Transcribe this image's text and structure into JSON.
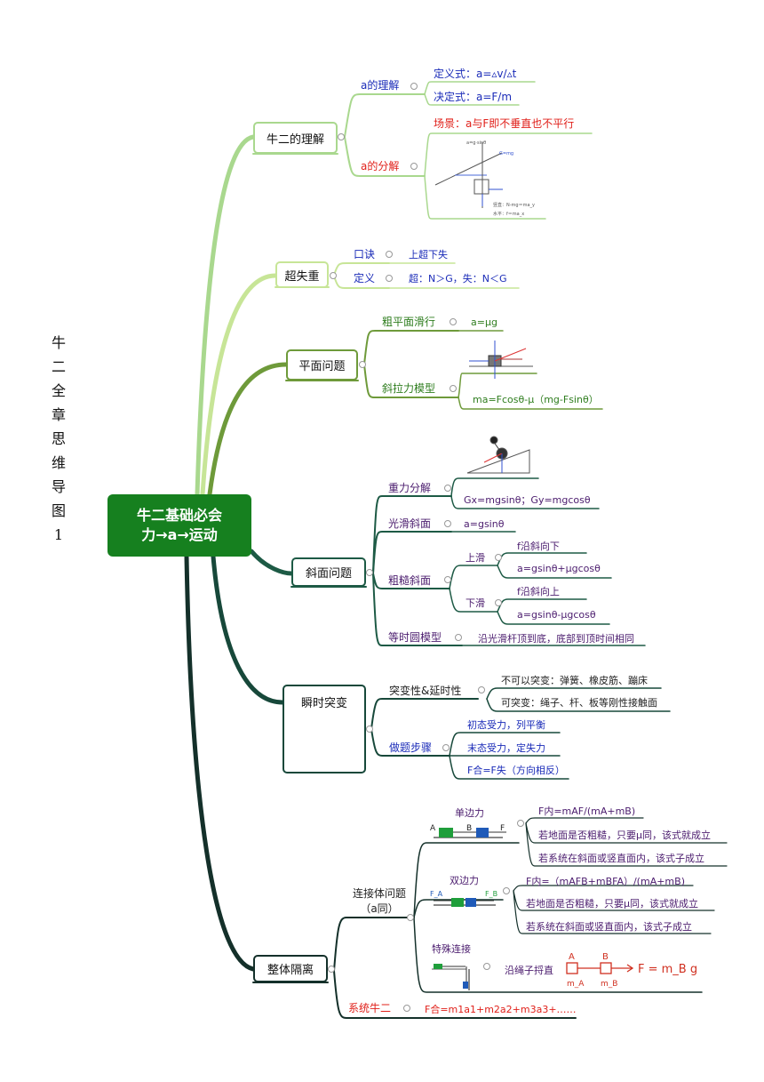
{
  "side_title": [
    "牛",
    "二",
    "全",
    "章",
    "思",
    "维",
    "导",
    "图",
    "1"
  ],
  "root": {
    "line1": "牛二基础必会",
    "line2": "力→a→运动"
  },
  "b1": {
    "label": "牛二的理解",
    "a_understand": "a的理解",
    "def1": "定义式：a=▵v/▵t",
    "def2": "决定式：a=F/m",
    "a_decomp": "a的分解",
    "scene": "场景：a与F即不垂直也不平行",
    "img_text1": "竖直：N-mg＝ma_y",
    "img_text2": "水平：f＝ma_x"
  },
  "b2": {
    "label": "超失重",
    "k1": "口诀",
    "v1": "上超下失",
    "k2": "定义",
    "v2": "超：N＞G，失：N＜G"
  },
  "b3": {
    "label": "平面问题",
    "k1": "粗平面滑行",
    "v1": "a=μg",
    "k2": "斜拉力模型",
    "v2": "ma=Fcosθ-μ（mg-Fsinθ）"
  },
  "b4": {
    "label": "斜面问题",
    "k1": "重力分解",
    "v1": "Gx=mgsinθ；Gy=mgcosθ",
    "k2": "光滑斜面",
    "v2": "a=gsinθ",
    "k3": "粗糙斜面",
    "up": "上滑",
    "up1": "f沿斜向下",
    "up2": "a=gsinθ+μgcosθ",
    "down": "下滑",
    "down1": "f沿斜向上",
    "down2": "a=gsinθ-μgcosθ",
    "k4": "等时圆模型",
    "v4": "沿光滑杆顶到底，底部到顶时间相同"
  },
  "b5": {
    "label": "瞬时突变",
    "k1": "突变性&延时性",
    "v1a": "不可以突变：弹簧、橡皮筋、蹦床",
    "v1b": "可突变：绳子、杆、板等刚性接触面",
    "k2": "做题步骤",
    "s1": "初态受力，列平衡",
    "s2": "末态受力，定失力",
    "s3": "F合=F失（方向相反）"
  },
  "b6": {
    "label": "整体隔离",
    "sub": "连接体问题（a同）",
    "single": "单边力",
    "single1": "F内=mAF/(mA+mB)",
    "single2": "若地面是否粗糙，只要μ同，该式就成立",
    "single3": "若系统在斜面或竖直面内，该式子成立",
    "double": "双边力",
    "double1": "F内=（mAFB+mBFA）/(mA+mB)",
    "double2": "若地面是否粗糙，只要μ同，该式就成立",
    "double3": "若系统在斜面或竖直面内，该式子成立",
    "special": "特殊连接",
    "special1": "沿绳子捋直",
    "sys": "系统牛二",
    "sys_v": "F合=m1a1+m2a2+m3a3+……",
    "lbl_A": "A",
    "lbl_B": "B",
    "lbl_F": "F",
    "lbl_FA": "F_A",
    "lbl_FB": "F_B",
    "hw_A": "A",
    "hw_B": "B",
    "hw_mA": "m_A",
    "hw_mB": "m_B",
    "hw_F": "F = m_B g"
  }
}
